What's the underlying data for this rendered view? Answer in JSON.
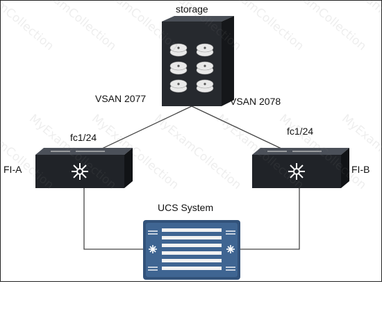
{
  "labels": {
    "storage": "storage",
    "vsan_left": "VSAN 2077",
    "vsan_right": "VSAN 2078",
    "port_left": "fc1/24",
    "port_right": "fc1/24",
    "fi_a": "FI-A",
    "fi_b": "FI-B",
    "ucs": "UCS System"
  },
  "watermark_text": "MyExamCollection",
  "colors": {
    "device_dark": "#1f2227",
    "device_mid": "#3a3f46",
    "ucs_blue": "#32527a",
    "line": "#444444"
  },
  "icons": [
    "storage-array-icon",
    "fabric-interconnect-icon",
    "ucs-chassis-icon"
  ]
}
